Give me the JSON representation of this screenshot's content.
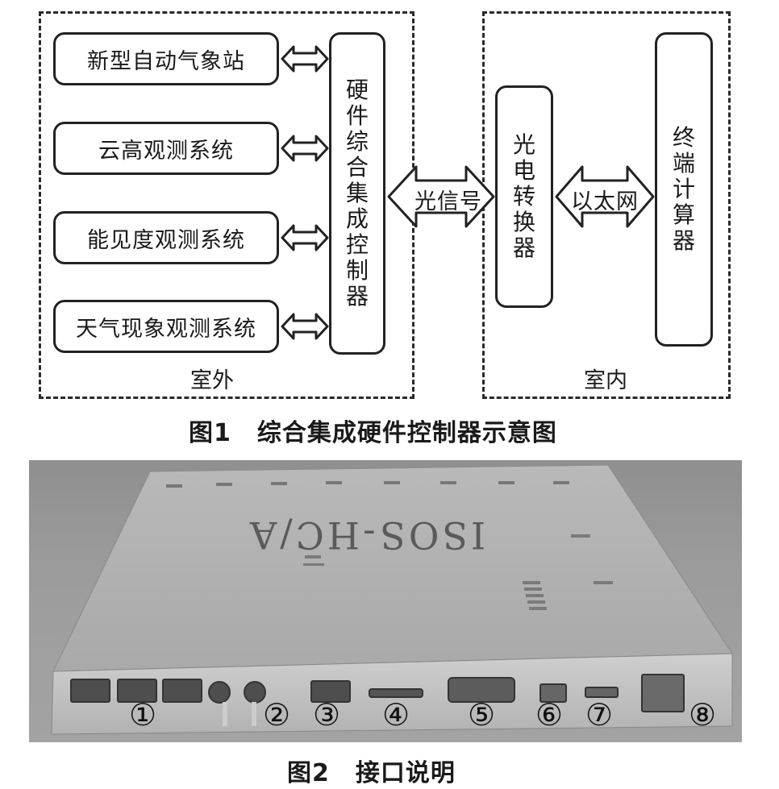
{
  "figure1": {
    "outdoor_devices": [
      "新型自动气象站",
      "云高观测系统",
      "能见度观测系统",
      "天气现象观测系统"
    ],
    "controller_label": "硬件综合集成控制器",
    "link1_label": "光信号",
    "converter_label": "光电转换器",
    "link2_label": "以太网",
    "terminal_label": "终端计算器",
    "outdoor_region": "室外",
    "indoor_region": "室内",
    "caption_prefix": "图1",
    "caption_title": "综合集成硬件控制器示意图"
  },
  "figure2": {
    "device_text": "ISOS-HC/A",
    "port_markers": [
      "①",
      "②",
      "③",
      "④",
      "⑤",
      "⑥",
      "⑦",
      "⑧"
    ],
    "caption_prefix": "图2",
    "caption_title": "接口说明"
  }
}
